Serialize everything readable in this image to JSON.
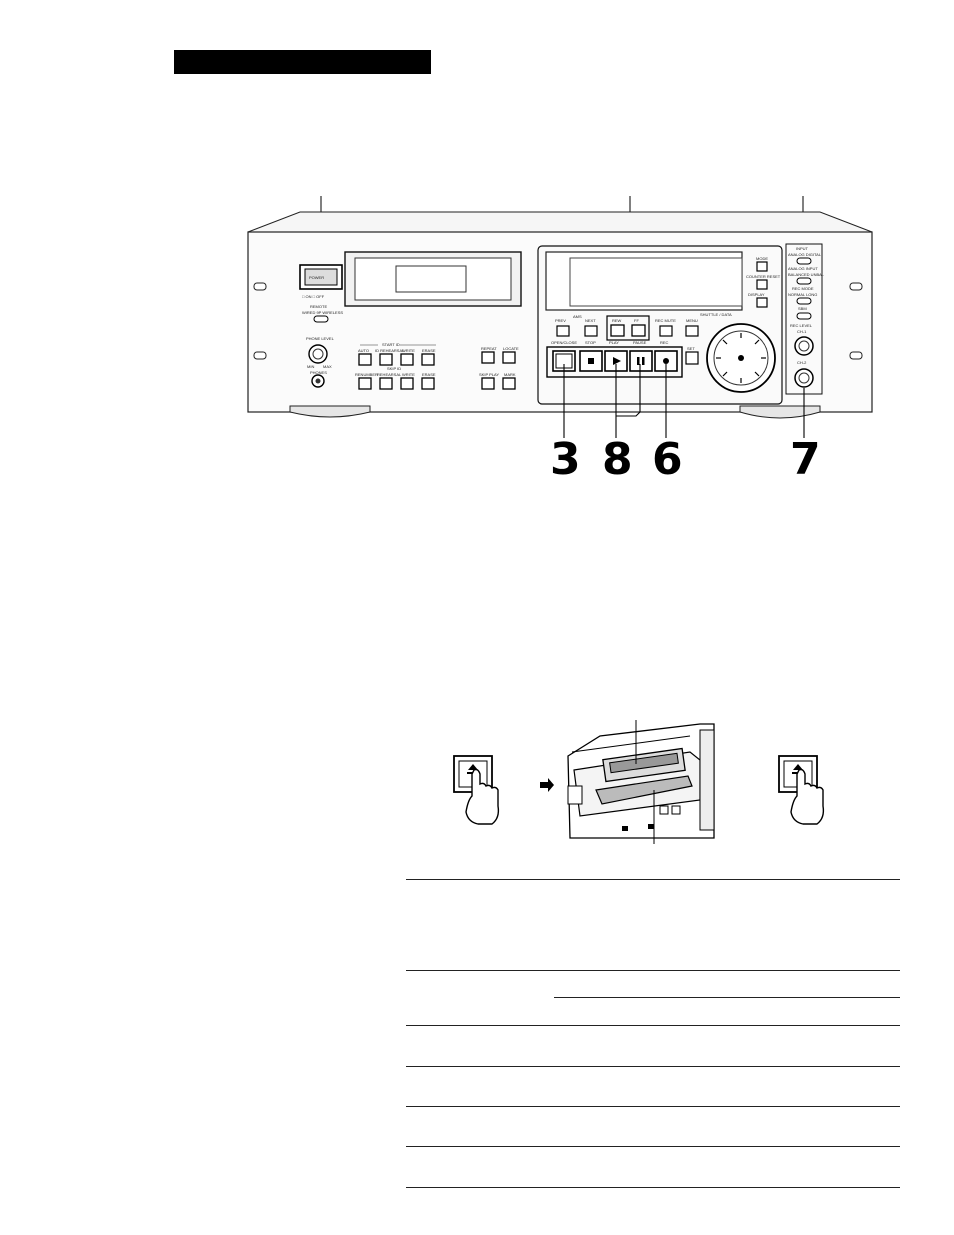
{
  "header": {
    "bar_color": "#000000"
  },
  "front_panel": {
    "power_label": "POWER",
    "on_off_label": "□ ON   □ OFF",
    "remote_label": "REMOTE",
    "remote_sub": "WIRED 9P  WIRELESS",
    "phone_level_label": "PHONE LEVEL",
    "min_label": "MIN",
    "max_label": "MAX",
    "phones_label": "PHONES",
    "start_id_label": "START ID",
    "skip_id_label": "SKIP ID",
    "auto_label": "AUTO",
    "id_rehearsal_label": "ID REHEARSAL",
    "write_label": "WRITE",
    "erase_label": "ERASE",
    "renumber_label": "RENUMBER",
    "rehearsal_label": "REHEARSAL",
    "repeat_label": "REPEAT",
    "locate_label": "LOCATE",
    "skip_play_label": "SKIP PLAY",
    "mark_label": "MARK",
    "mode_label": "MODE",
    "counter_reset_label": "COUNTER RESET",
    "display_label": "DISPLAY",
    "prev_label": "PREV",
    "next_label": "NEXT",
    "ams_label": "AMS",
    "rew_label": "REW",
    "ff_label": "FF",
    "rec_mute_label": "REC MUTE",
    "menu_label": "MENU",
    "set_label": "SET",
    "shuttle_label": "SHUTTLE / DATA",
    "open_close_label": "OPEN/CLOSE",
    "stop_label": "STOP",
    "play_label": "PLAY",
    "pause_label": "PAUSE",
    "rec_label": "REC",
    "input_label": "INPUT",
    "input_sub": "ANALOG  DIGITAL",
    "analog_input_label": "ANALOG INPUT",
    "analog_input_sub": "BALANCED  UNBAL",
    "rec_mode_label": "REC MODE",
    "rec_mode_sub": "NORMAL  LONG",
    "sbm_label": "SBM",
    "rec_level_label": "REC LEVEL",
    "ch1_label": "CH-1",
    "ch2_label": "CH-2"
  },
  "callouts": [
    "3",
    "8",
    "6",
    "7"
  ]
}
